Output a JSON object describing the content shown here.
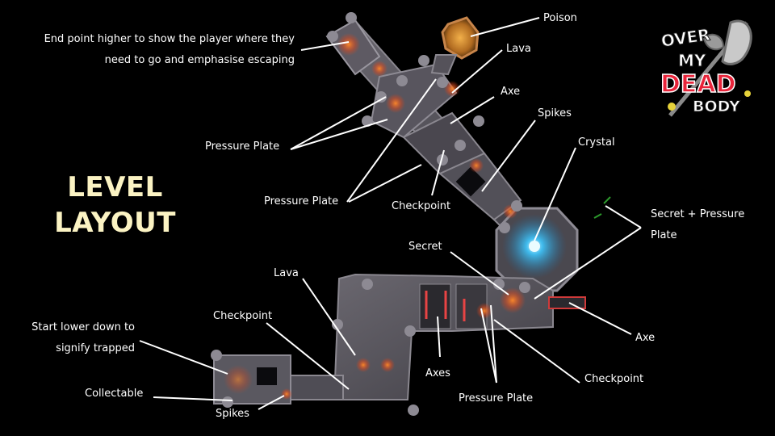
{
  "title_lines": [
    "LEVEL",
    "LAYOUT"
  ],
  "logo": {
    "words": [
      "OVER",
      "MY",
      "DEAD",
      "BODY"
    ]
  },
  "labels": {
    "poison": "Poison",
    "end_point": [
      "End point higher to show the player where they",
      "need to go and emphasise escaping"
    ],
    "lava_top": "Lava",
    "axe_top": "Axe",
    "spikes_top": "Spikes",
    "crystal": "Crystal",
    "pressure_plate_1": "Pressure Plate",
    "pressure_plate_2": "Pressure Plate",
    "checkpoint_top": "Checkpoint",
    "secret_pressure_plate": [
      "Secret + Pressure",
      "Plate"
    ],
    "secret": "Secret",
    "lava_bottom": "Lava",
    "checkpoint_bottom_left": "Checkpoint",
    "start_lower": [
      "Start lower down to",
      "signify trapped"
    ],
    "collectable": "Collectable",
    "spikes_bottom": "Spikes",
    "axes": "Axes",
    "pressure_plate_bottom": "Pressure Plate",
    "checkpoint_bottom_right": "Checkpoint",
    "axe_right": "Axe"
  },
  "colors": {
    "background": "#000000",
    "title": "#fbf3c3",
    "label_text": "#ffffff",
    "callout_line": "#ffffff",
    "floor": "#55535a",
    "lava_glow": "#e85a1a",
    "crystal_glow": "#3fc8ff",
    "logo_dead": "#e8243a"
  }
}
